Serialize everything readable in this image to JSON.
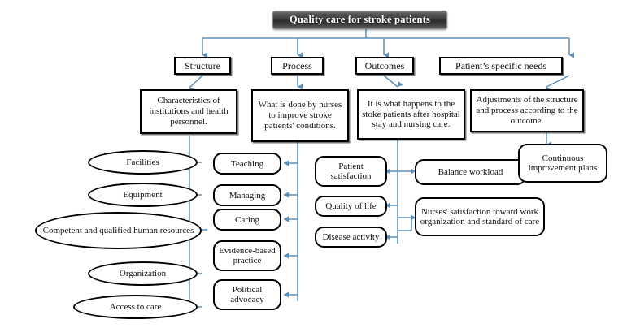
{
  "diagram": {
    "title": "Quality care for stroke patients",
    "accent_connector_color": "#5b8fb9",
    "node_border_color": "#000000",
    "title_text_color": "#ffffff",
    "background_color": "#ffffff"
  },
  "level2": [
    {
      "label": "Structure"
    },
    {
      "label": "Process"
    },
    {
      "label": "Outcomes"
    },
    {
      "label": "Patient’s specific needs"
    }
  ],
  "level3": [
    {
      "label": "Characteristics of institutions and health personnel."
    },
    {
      "label": "What is done by nurses to improve stroke patients' conditions."
    },
    {
      "label": "It is what happens to the stoke patients after hospital stay and nursing care."
    },
    {
      "label": "Adjustments of the structure and process according to the outcome."
    }
  ],
  "structure_items": [
    {
      "label": "Facilities"
    },
    {
      "label": "Equipment"
    },
    {
      "label": "Competent and qualified human resources"
    },
    {
      "label": "Organization"
    },
    {
      "label": "Access to care"
    }
  ],
  "process_items": [
    {
      "label": "Teaching"
    },
    {
      "label": "Managing"
    },
    {
      "label": "Caring"
    },
    {
      "label": "Evidence-based practice"
    },
    {
      "label": "Political advocacy"
    }
  ],
  "outcome_items": [
    {
      "label": "Patient satisfaction"
    },
    {
      "label": "Quality of life"
    },
    {
      "label": "Disease activity"
    }
  ],
  "needs_items": [
    {
      "label": "Balance workload"
    },
    {
      "label": "Nurses' satisfaction toward work organization and standard of care"
    },
    {
      "label": "Continuous improvement plans"
    }
  ]
}
